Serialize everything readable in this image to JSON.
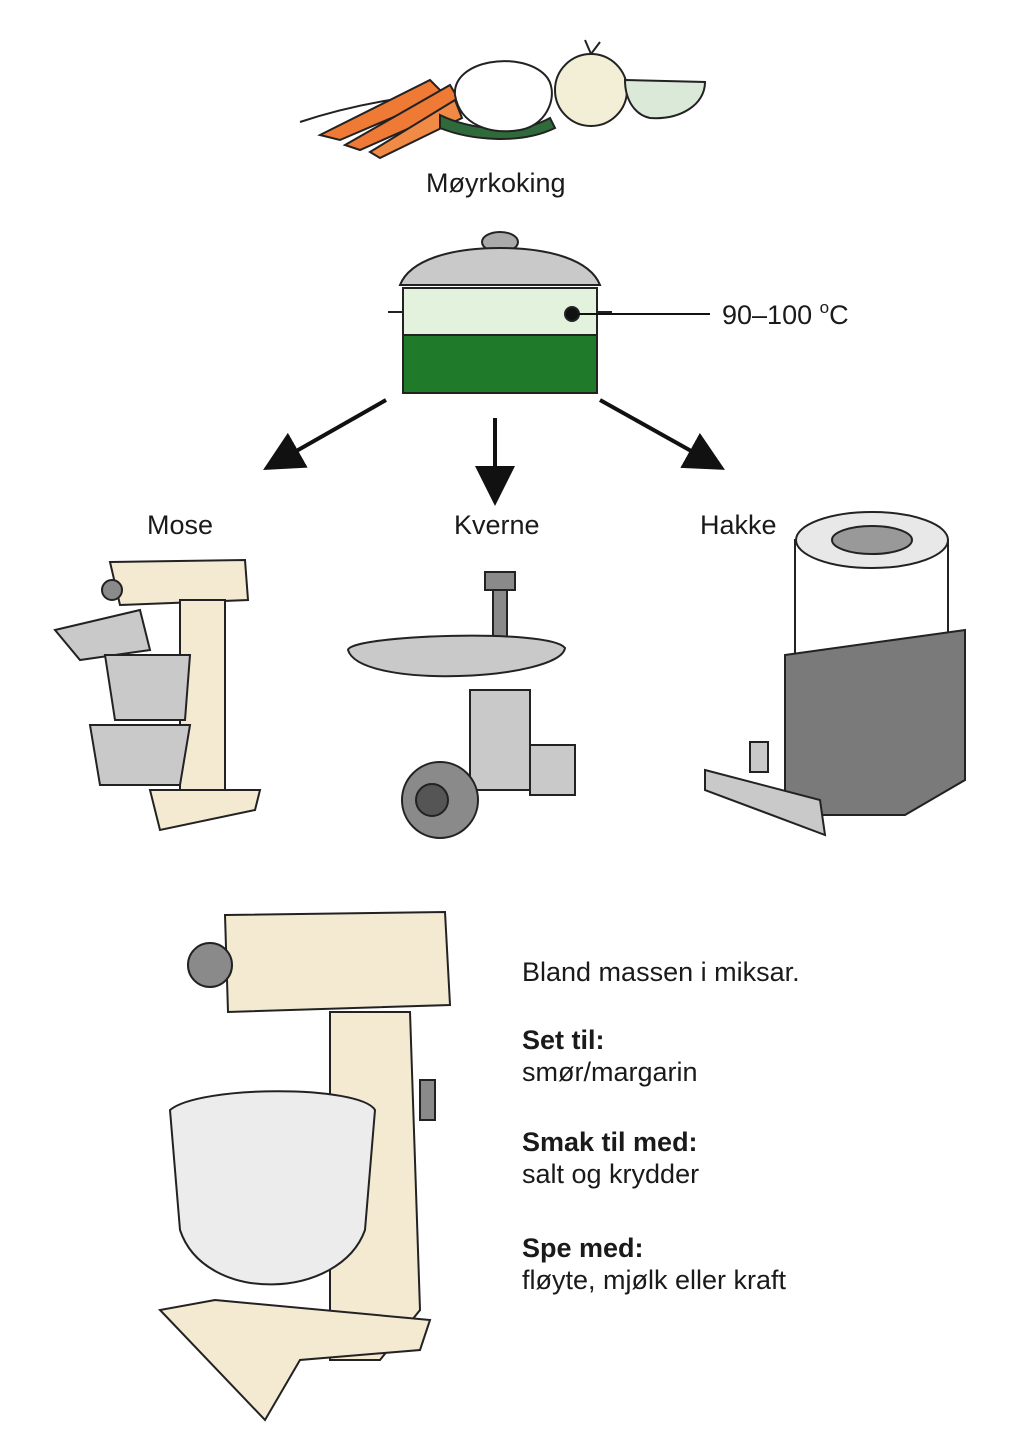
{
  "title": "Møyrkoking",
  "temperature": {
    "value": "90–100 ",
    "sup": "o",
    "unit": "C"
  },
  "methods": [
    "Mose",
    "Kverne",
    "Hakke"
  ],
  "instructions": {
    "intro": "Bland massen i miksar.",
    "add_heading": "Set til:",
    "add_items": "smør/margarin",
    "season_heading": "Smak til med:",
    "season_items": "salt og krydder",
    "thin_heading": "Spe med:",
    "thin_items": "fløyte, mjølk eller kraft"
  },
  "colors": {
    "carrot": "#ef7a35",
    "cream": "#f4ead2",
    "steel": "#c9c9c9",
    "dark_steel": "#8a8a8a",
    "peas": "#1f7a2a",
    "water": "#e3f2dc"
  }
}
